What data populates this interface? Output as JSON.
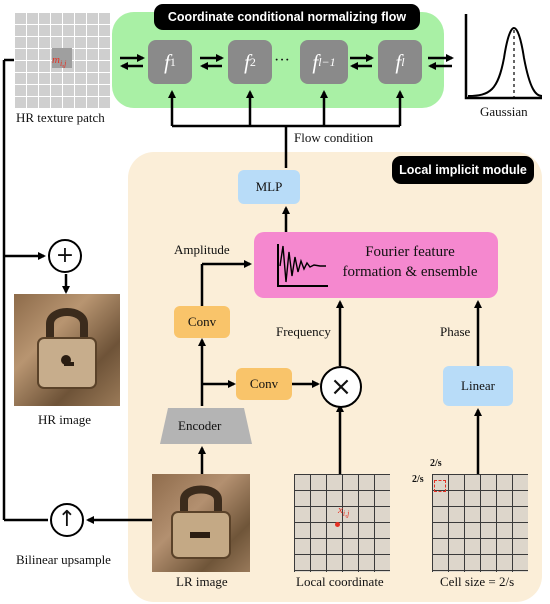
{
  "flow": {
    "title": "Coordinate conditional normalizing flow",
    "f1": "f",
    "f1_sub": "1",
    "f2": "f",
    "f2_sub": "2",
    "dots": "···",
    "f3": "f",
    "f3_sub": "l−1",
    "f4": "f",
    "f4_sub": "l",
    "condition_label": "Flow condition"
  },
  "left": {
    "patch_label": "HR texture patch",
    "patch_symbol": "m",
    "patch_sub": "i,j",
    "plus_symbol": "+",
    "hr_label": "HR image",
    "upsample_symbol": "↑",
    "upsample_label": "Bilinear upsample"
  },
  "gaussian_label": "Gaussian",
  "local": {
    "title": "Local implicit module",
    "mlp": "MLP",
    "amplitude": "Amplitude",
    "fourier_line1": "Fourier feature",
    "fourier_line2": "formation & ensemble",
    "conv_top": "Conv",
    "conv_mid": "Conv",
    "encoder": "Encoder",
    "frequency": "Frequency",
    "times_symbol": "×",
    "phase": "Phase",
    "linear": "Linear",
    "lr_label": "LR image",
    "coord_label": "Local coordinate",
    "coord_symbol": "x",
    "coord_sub": "i,j",
    "cell_label": "Cell size = 2/s",
    "cell_top": "2/s",
    "cell_left": "2/s"
  },
  "colors": {
    "flow_bg": "#a9f0a5",
    "local_bg": "#fbeed8",
    "flow_box": "#8a8a8a",
    "mlp": "#b8dcf8",
    "conv": "#f9c46a",
    "fourier": "#f588cf",
    "accent_red": "#e53124"
  }
}
